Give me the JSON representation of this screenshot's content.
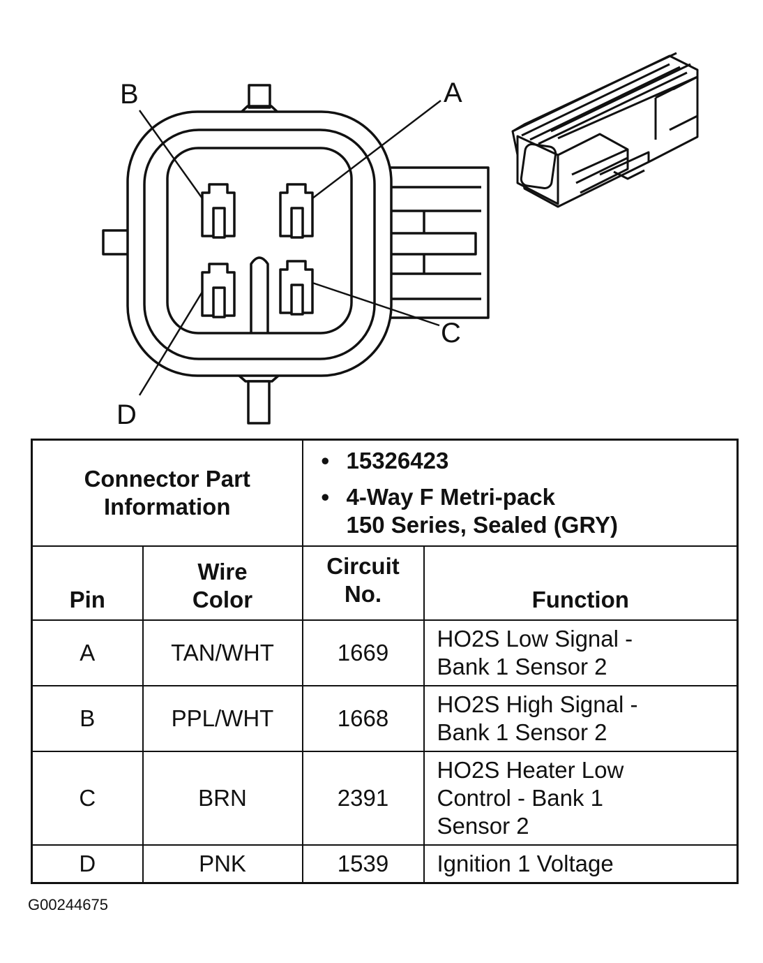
{
  "diagram": {
    "pin_labels": {
      "a": "A",
      "b": "B",
      "c": "C",
      "d": "D"
    }
  },
  "table": {
    "info_label_line1": "Connector Part",
    "info_label_line2": "Information",
    "part_number": "15326423",
    "description_line1": "4-Way F Metri-pack",
    "description_line2": "150 Series, Sealed (GRY)",
    "headers": {
      "pin": "Pin",
      "wire_color_line1": "Wire",
      "wire_color_line2": "Color",
      "circuit_line1": "Circuit",
      "circuit_line2": "No.",
      "function": "Function"
    },
    "rows": [
      {
        "pin": "A",
        "wire_color": "TAN/WHT",
        "circuit": "1669",
        "function_lines": [
          "HO2S Low Signal -",
          "Bank 1 Sensor 2"
        ]
      },
      {
        "pin": "B",
        "wire_color": "PPL/WHT",
        "circuit": "1668",
        "function_lines": [
          "HO2S High Signal -",
          "Bank 1 Sensor 2"
        ]
      },
      {
        "pin": "C",
        "wire_color": "BRN",
        "circuit": "2391",
        "function_lines": [
          "HO2S Heater Low",
          "Control - Bank 1",
          "Sensor 2"
        ]
      },
      {
        "pin": "D",
        "wire_color": "PNK",
        "circuit": "1539",
        "function_lines": [
          "Ignition 1 Voltage"
        ]
      }
    ]
  },
  "figure_id": "G00244675"
}
